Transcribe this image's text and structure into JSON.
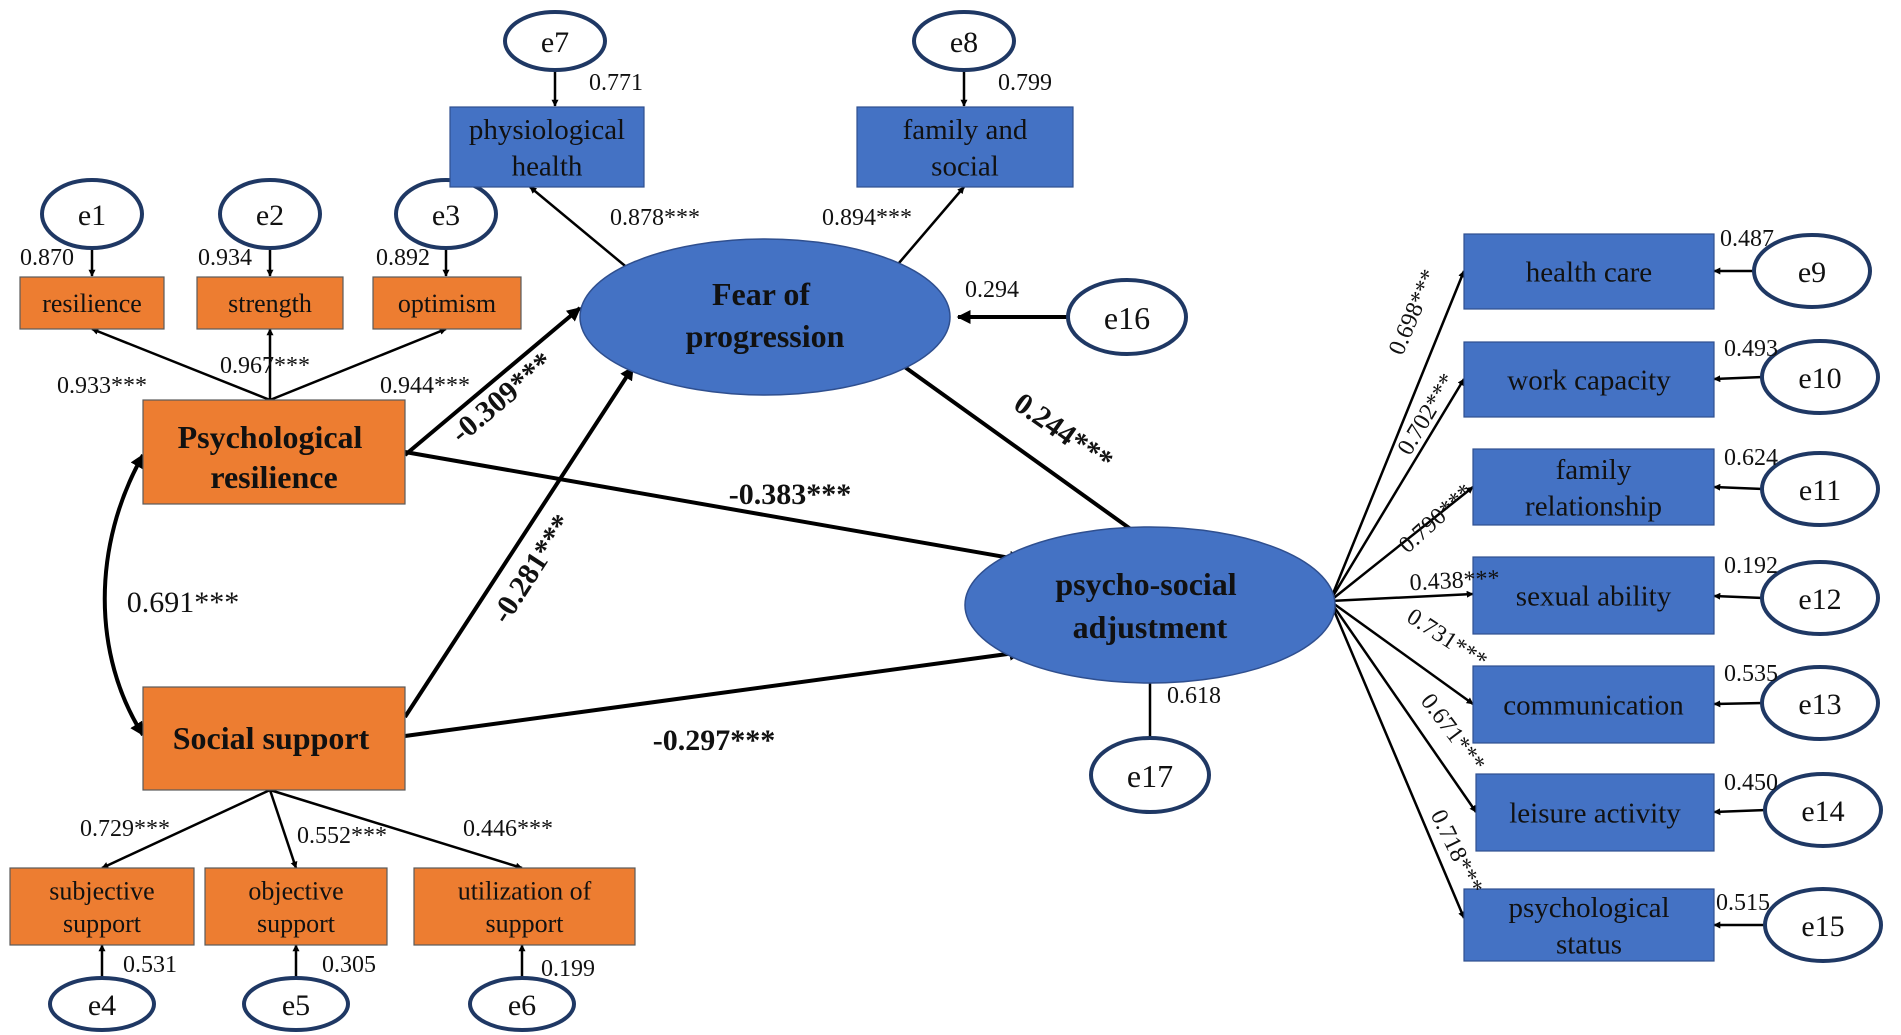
{
  "colors": {
    "orange": "#ED7D31",
    "blue": "#4472C4",
    "error_border": "#1F3864",
    "line": "#000000"
  },
  "latent": {
    "psychological_resilience": "Psychological\nresilience",
    "social_support": "Social support",
    "fear_of_progression": "Fear of\nprogression",
    "psychosocial_adjustment": "psycho-social\nadjustment"
  },
  "resilience_indicators": [
    {
      "label": "resilience",
      "error": "e1",
      "error_value": "0.870",
      "loading": "0.933***"
    },
    {
      "label": "strength",
      "error": "e2",
      "error_value": "0.934",
      "loading": "0.967***"
    },
    {
      "label": "optimism",
      "error": "e3",
      "error_value": "0.892",
      "loading": "0.944***"
    }
  ],
  "support_indicators": [
    {
      "label": "subjective\nsupport",
      "error": "e4",
      "error_value": "0.531",
      "loading": "0.729***"
    },
    {
      "label": "objective\nsupport",
      "error": "e5",
      "error_value": "0.305",
      "loading": "0.552***"
    },
    {
      "label": "utilization of\nsupport",
      "error": "e6",
      "error_value": "0.199",
      "loading": "0.446***"
    }
  ],
  "fear_indicators": [
    {
      "label": "physiological\nhealth",
      "error": "e7",
      "error_value": "0.771",
      "loading": "0.878***"
    },
    {
      "label": "family and\nsocial",
      "error": "e8",
      "error_value": "0.799",
      "loading": "0.894***"
    }
  ],
  "adjustment_indicators": [
    {
      "label": "health care",
      "error": "e9",
      "error_value": "0.487",
      "loading": "0.698***"
    },
    {
      "label": "work capacity",
      "error": "e10",
      "error_value": "0.493",
      "loading": "0.702***"
    },
    {
      "label": "family\nrelationship",
      "error": "e11",
      "error_value": "0.624",
      "loading": "0.790***"
    },
    {
      "label": "sexual ability",
      "error": "e12",
      "error_value": "0.192",
      "loading": "0.438***"
    },
    {
      "label": "communication",
      "error": "e13",
      "error_value": "0.535",
      "loading": "0.731***"
    },
    {
      "label": "leisure activity",
      "error": "e14",
      "error_value": "0.450",
      "loading": "0.671***"
    },
    {
      "label": "psychological\nstatus",
      "error": "e15",
      "error_value": "0.515",
      "loading": "0.718***"
    }
  ],
  "residuals": {
    "fear": {
      "error": "e16",
      "value": "0.294"
    },
    "adjustment": {
      "error": "e17",
      "value": "0.618"
    }
  },
  "paths": {
    "resilience_to_fear": "-0.309***",
    "support_to_fear": "-0.281***",
    "fear_to_adjustment": "0.244***",
    "resilience_to_adjustment": "-0.383***",
    "support_to_adjustment": "-0.297***",
    "resilience_support_covariance": "0.691***"
  }
}
